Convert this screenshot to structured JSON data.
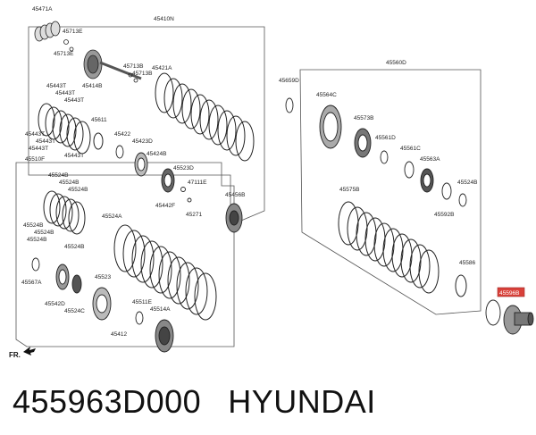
{
  "diagram": {
    "labels": [
      "45471A",
      "45410N",
      "45713E",
      "45713E",
      "45713B",
      "45713B",
      "45421A",
      "45443T",
      "45443T",
      "45414B",
      "45443T",
      "45611",
      "45443T",
      "45443T",
      "45443T",
      "45443T",
      "45422",
      "45423D",
      "45424B",
      "45523D",
      "47111E",
      "45442F",
      "45271",
      "45456B",
      "45510F",
      "45524B",
      "45524B",
      "45524B",
      "45524A",
      "45524B",
      "45524B",
      "45524B",
      "45524B",
      "45567A",
      "45523",
      "45542D",
      "45524C",
      "45511E",
      "45514A",
      "45412",
      "45659D",
      "45560D",
      "45564C",
      "45573B",
      "45561D",
      "45561C",
      "45563A",
      "45524B",
      "45575B",
      "45592B",
      "45586",
      "45596B"
    ],
    "highlight_label": "45596B",
    "fr_label": "FR."
  },
  "caption": {
    "part_number": "455963D000",
    "brand": "HYUNDAI"
  },
  "colors": {
    "line": "#333333",
    "highlight": "#d9413a",
    "text": "#111111"
  }
}
